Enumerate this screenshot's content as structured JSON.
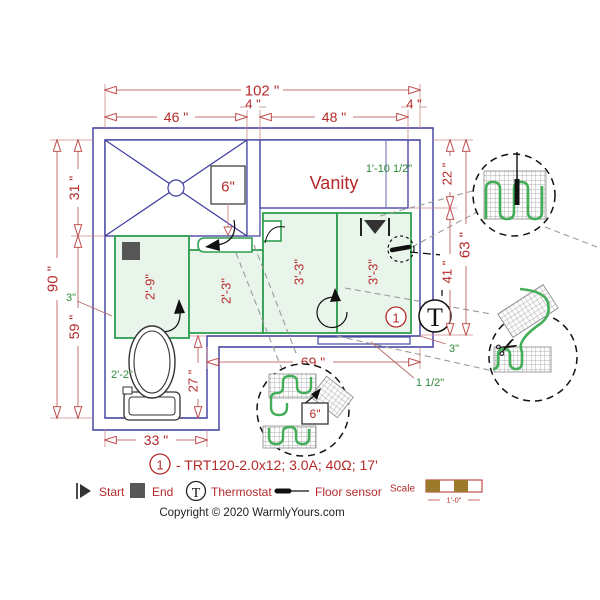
{
  "dimensions": {
    "total_width": "102 \"",
    "shower_width": "46 \"",
    "gap_left": "4 \"",
    "vanity_width": "48 \"",
    "gap_right": "4 \"",
    "left_total": "90 \"",
    "shower_depth": "31 \"",
    "left_lower": "59 \"",
    "vanity_depth": "22 \"",
    "right_total": "63 \"",
    "right_lower": "41 \"",
    "bottom_right_width": "69 \"",
    "bottom_left_width": "33 \"",
    "step_height": "27 \""
  },
  "notes": {
    "left_clearance": "3\"",
    "right_clearance": "3\"",
    "threshold": "1 1/2\"",
    "toilet_space": "2'-2\"",
    "vanity_overhang": "1'-10 1/2\""
  },
  "labels": {
    "vanity": "Vanity",
    "shower_drain": "6\"",
    "detail_spacing": "6\""
  },
  "mats": {
    "mat1": "2'-9\"",
    "mat2": "2'-3\"",
    "mat3": "3'-3\"",
    "mat4": "3'-3\""
  },
  "circuit": {
    "number": "1",
    "spec": "- TRT120-2.0x12; 3.0A; 40Ω; 17'"
  },
  "thermostat_symbol": "T",
  "icons": {
    "scissors": "✂"
  },
  "legend": {
    "start": "Start",
    "end": "End",
    "thermostat_symbol": "T",
    "thermostat": "Thermostat",
    "floor_sensor": "Floor sensor",
    "scale": "Scale",
    "scale_value": "1'-0\""
  },
  "footer": {
    "copyright": "Copyright © 2020 WarmlyYours.com"
  },
  "colors": {
    "dimension_red": "#b42a2a",
    "wall_blue": "#3c3c9c",
    "mat_green": "#2e9e50",
    "mat_fill": "#e9f5eb",
    "note_green": "#2e8b3a",
    "scale_brown": "#9c7a2c"
  }
}
